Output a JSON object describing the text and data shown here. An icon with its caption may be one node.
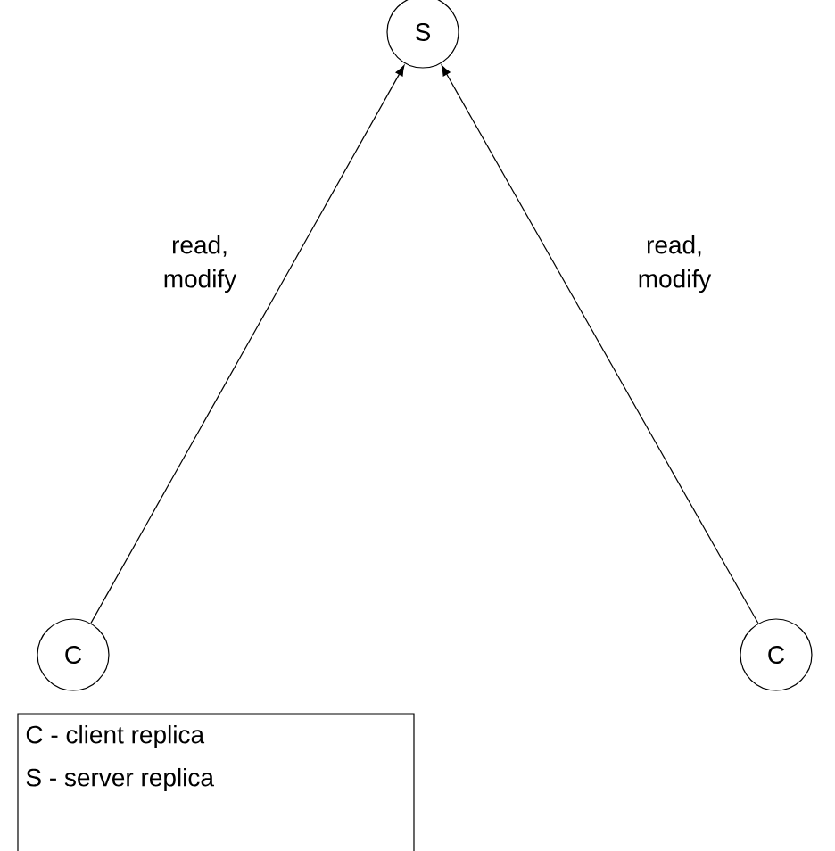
{
  "diagram": {
    "nodes": [
      {
        "text": [
          "S"
        ]
      },
      {
        "text": [
          "C"
        ]
      },
      {
        "text": [
          "C"
        ]
      }
    ],
    "edges": [
      {
        "from": 1,
        "to": 0,
        "arrow": "to",
        "label": "read, modify"
      },
      {
        "from": 2,
        "to": 0,
        "arrow": "to",
        "label": "read, modify"
      }
    ],
    "labels": [
      "C - client replica",
      "S - server replica"
    ]
  }
}
